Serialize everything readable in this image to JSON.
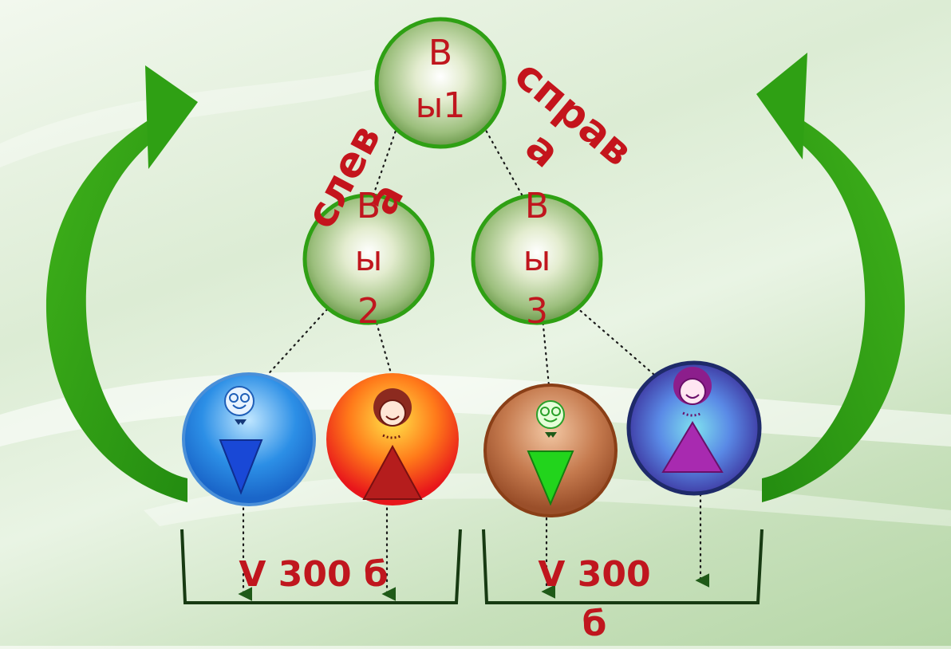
{
  "balls": {
    "top": {
      "line1": "В",
      "line2": "ы1"
    },
    "left": {
      "line1": "В",
      "line2": "ы",
      "line3": "2"
    },
    "right": {
      "line1": "В",
      "line2": "ы",
      "line3": "3"
    }
  },
  "direction": {
    "left": "слев\nа",
    "right": "справ\nа"
  },
  "volumes": {
    "left": "V 300 б",
    "right": "V 300\nб"
  },
  "colors": {
    "text": "#c0161e",
    "arrow": "#2f9a14",
    "ball": "#a4c583",
    "bracket": "#173a12"
  }
}
